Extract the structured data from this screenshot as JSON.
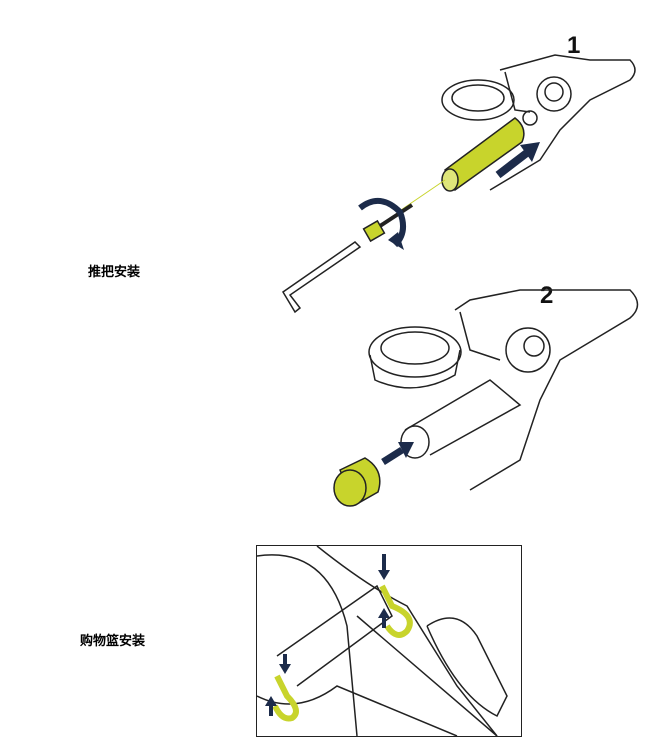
{
  "sections": [
    {
      "title": "推把安装",
      "steps": [
        "1",
        "2"
      ]
    },
    {
      "title": "购物篮安装"
    }
  ],
  "colors": {
    "accent": "#c8d42c",
    "arrow": "#1c2b4a",
    "line": "#222222"
  }
}
